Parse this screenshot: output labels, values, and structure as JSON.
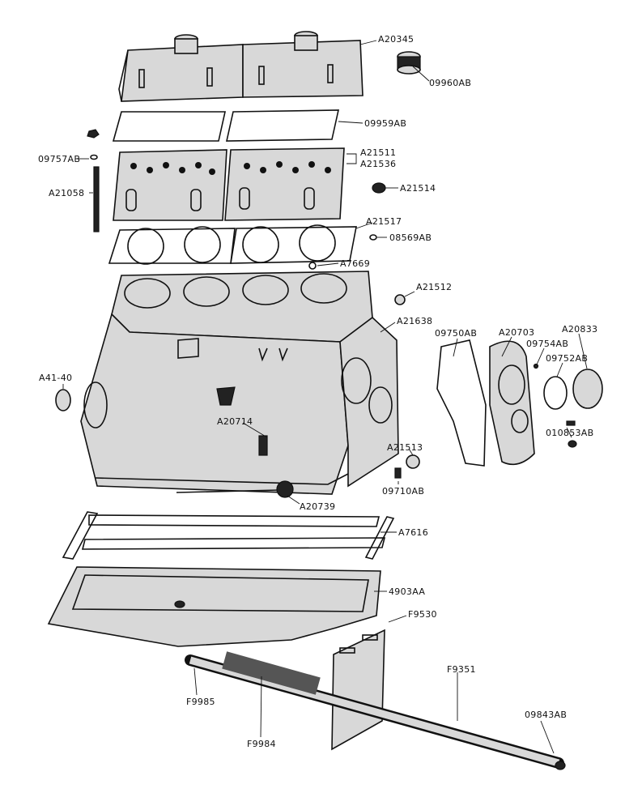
{
  "labels": {
    "a20345": "A20345",
    "p09960ab": "09960AB",
    "p09959ab": "09959AB",
    "p09757ab": "09757AB",
    "a21511": "A21511",
    "a21536": "A21536",
    "a21058": "A21058",
    "a21514": "A21514",
    "a21517": "A21517",
    "p08569ab": "08569AB",
    "a7669": "A7669",
    "a21512": "A21512",
    "a21638": "A21638",
    "p09750ab": "09750AB",
    "a20703": "A20703",
    "a20833": "A20833",
    "p09754ab": "09754AB",
    "p09752ab": "09752AB",
    "a4140": "A41-40",
    "a20714": "A20714",
    "p010853ab": "010853AB",
    "a21513": "A21513",
    "p09710ab": "09710AB",
    "a20739": "A20739",
    "a7616": "A7616",
    "p4903aa": "4903AA",
    "f9530": "F9530",
    "f9351": "F9351",
    "f9985": "F9985",
    "f9984": "F9984",
    "p09843ab": "09843AB"
  }
}
